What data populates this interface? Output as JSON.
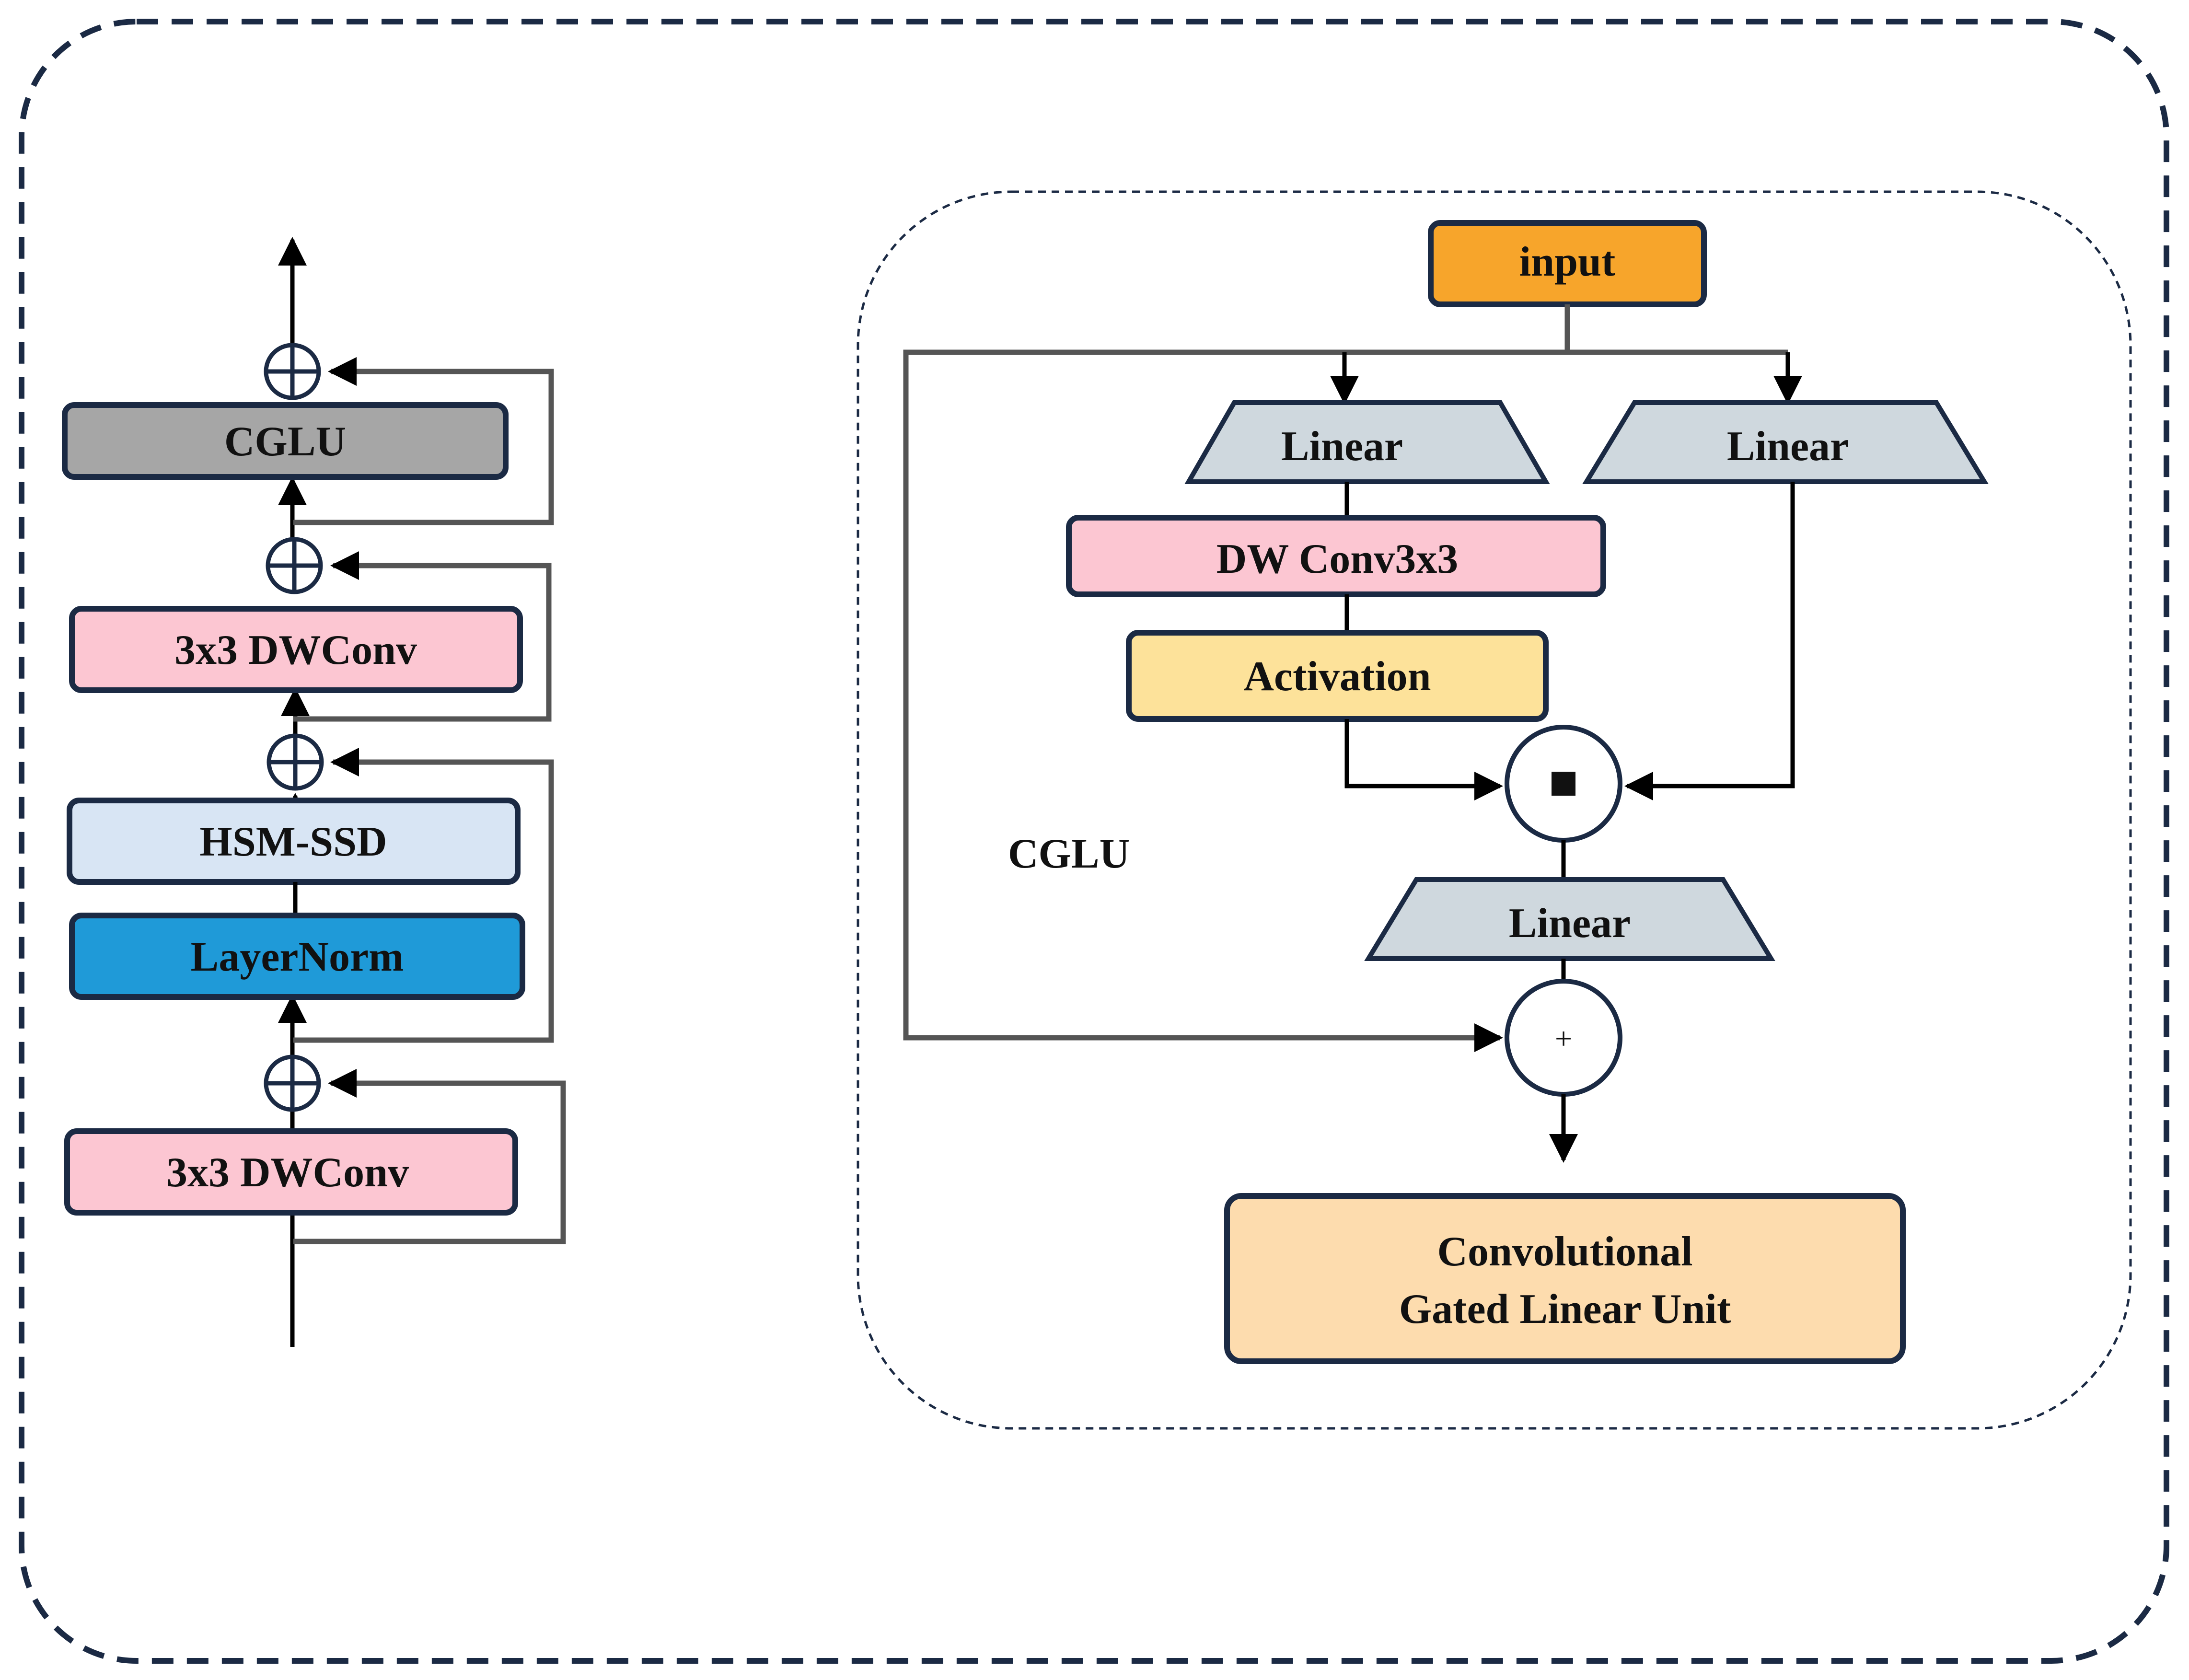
{
  "left_block": {
    "cglu_label": "CGLU",
    "dwconv_top_label": "3x3 DWConv",
    "hsm_label": "HSM-SSD",
    "layernorm_label": "LayerNorm",
    "dwconv_bottom_label": "3x3 DWConv"
  },
  "right_block": {
    "input_label": "input",
    "linear_left_label": "Linear",
    "linear_right_label": "Linear",
    "dwconv_label": "DW Conv3x3",
    "activation_label": "Activation",
    "cglu_caption": "CGLU",
    "linear_bottom_label": "Linear",
    "plus_symbol": "+",
    "result_line1": "Convolutional",
    "result_line2": "Gated Linear Unit"
  },
  "colors": {
    "frame": "#1b2a44",
    "cglu_box": "#a6a6a6",
    "pink": "#fcc6d2",
    "light_blue": "#d8e5f4",
    "blue": "#1f9ad8",
    "orange": "#f7a52b",
    "grey_trapezoid": "#cfd8de",
    "yellow": "#fde29a",
    "peach": "#fddcae"
  }
}
